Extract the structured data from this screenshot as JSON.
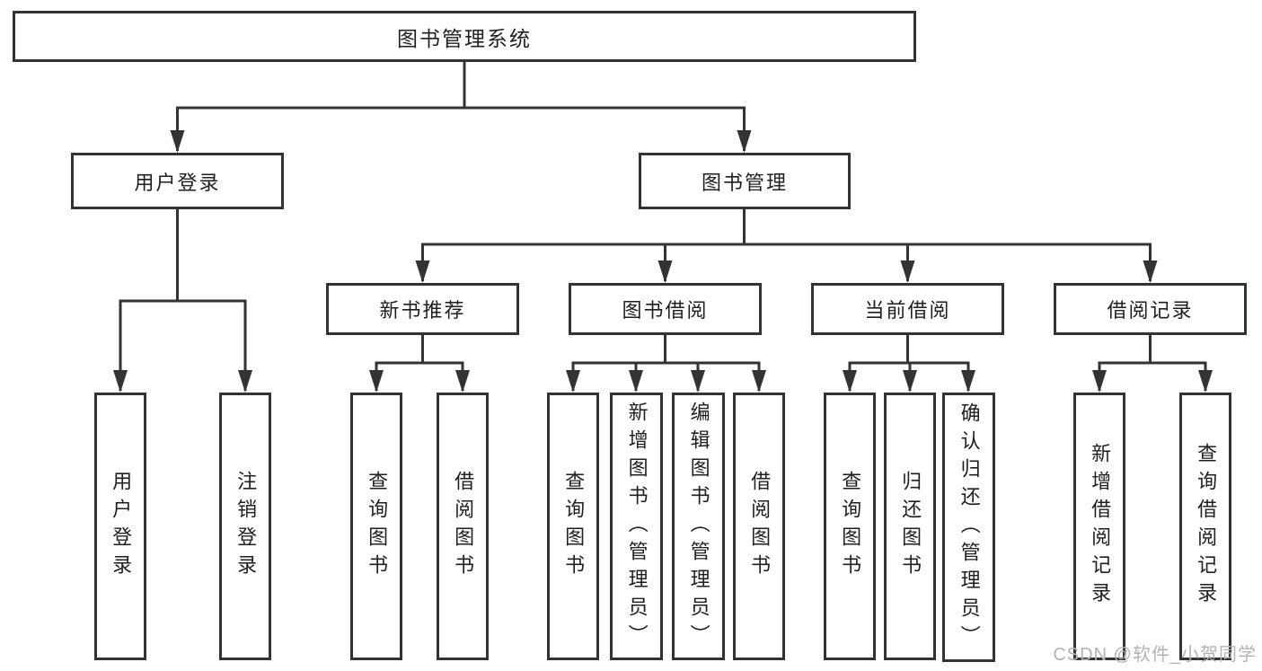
{
  "diagram": {
    "type": "hierarchy-tree",
    "root": {
      "label": "图书管理系统",
      "children": [
        {
          "label": "用户登录",
          "children": [
            {
              "label": "用户登录"
            },
            {
              "label": "注销登录"
            }
          ]
        },
        {
          "label": "图书管理",
          "children": [
            {
              "label": "新书推荐",
              "children": [
                {
                  "label": "查询图书"
                },
                {
                  "label": "借阅图书"
                }
              ]
            },
            {
              "label": "图书借阅",
              "children": [
                {
                  "label": "查询图书"
                },
                {
                  "label": "新增图书（管理员）"
                },
                {
                  "label": "编辑图书（管理员）"
                },
                {
                  "label": "借阅图书"
                }
              ]
            },
            {
              "label": "当前借阅",
              "children": [
                {
                  "label": "查询图书"
                },
                {
                  "label": "归还图书"
                },
                {
                  "label": "确认归还（管理员）"
                }
              ]
            },
            {
              "label": "借阅记录",
              "children": [
                {
                  "label": "新增借阅记录"
                },
                {
                  "label": "查询借阅记录"
                }
              ]
            }
          ]
        }
      ]
    }
  },
  "watermark": {
    "label": "CSDN @软件_小贺同学"
  },
  "colors": {
    "line": "#333333",
    "box_border": "#333333",
    "text": "#1f1f1f",
    "background": "#ffffff",
    "watermark": "#b3b3b3"
  }
}
